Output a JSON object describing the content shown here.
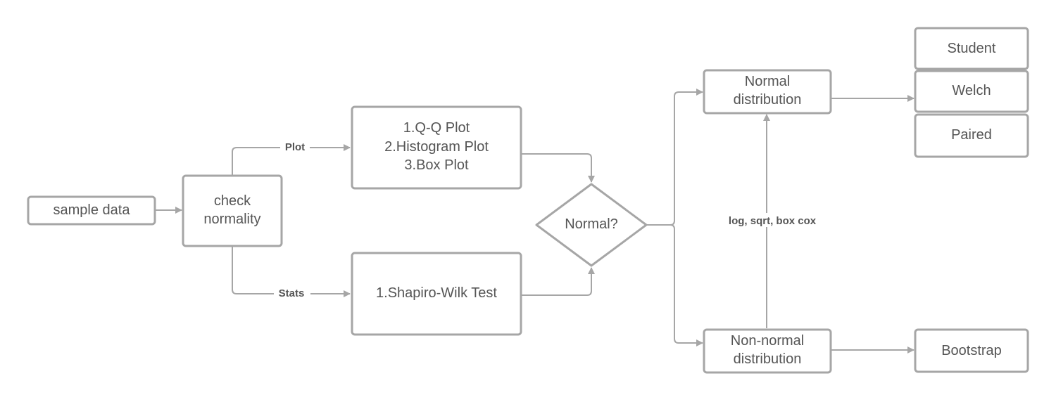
{
  "nodes": {
    "sample_data": "sample data",
    "check_normality": [
      "check",
      "normality"
    ],
    "plots": [
      "1.Q-Q Plot",
      "2.Histogram Plot",
      "3.Box Plot"
    ],
    "shapiro": "1.Shapiro-Wilk Test",
    "decision": "Normal?",
    "normal": [
      "Normal",
      "distribution"
    ],
    "non_normal": [
      "Non-normal",
      "distribution"
    ],
    "student": "Student",
    "welch": "Welch",
    "paired": "Paired",
    "bootstrap": "Bootstrap"
  },
  "edges": {
    "plot": "Plot",
    "stats": "Stats",
    "transform": "log, sqrt, box cox"
  },
  "colors": {
    "stroke": "#a6a6a6",
    "text": "#555555",
    "background": "#ffffff"
  }
}
